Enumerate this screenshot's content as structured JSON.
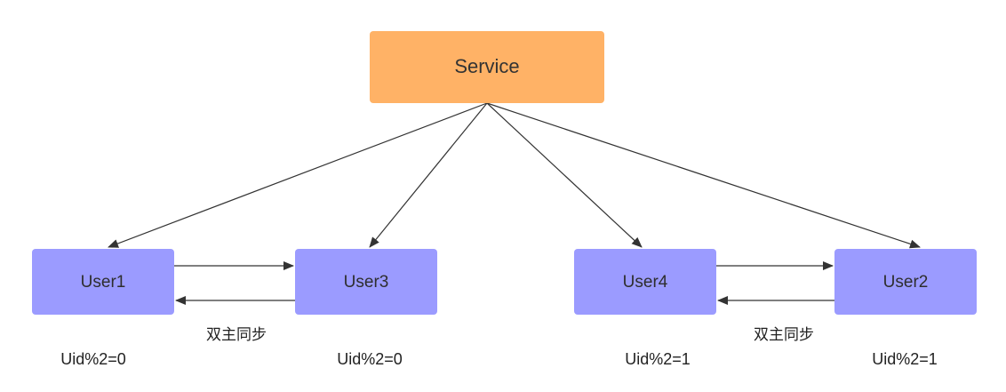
{
  "service": {
    "label": "Service",
    "color": "#ffb266"
  },
  "node_color": "#9b9bff",
  "edge_color": "#333333",
  "nodes": [
    {
      "id": "user1",
      "label": "User1",
      "caption": "Uid%2=0"
    },
    {
      "id": "user3",
      "label": "User3",
      "caption": "Uid%2=0"
    },
    {
      "id": "user4",
      "label": "User4",
      "caption": "Uid%2=1"
    },
    {
      "id": "user2",
      "label": "User2",
      "caption": "Uid%2=1"
    }
  ],
  "sync_labels": [
    "双主同步",
    "双主同步"
  ]
}
